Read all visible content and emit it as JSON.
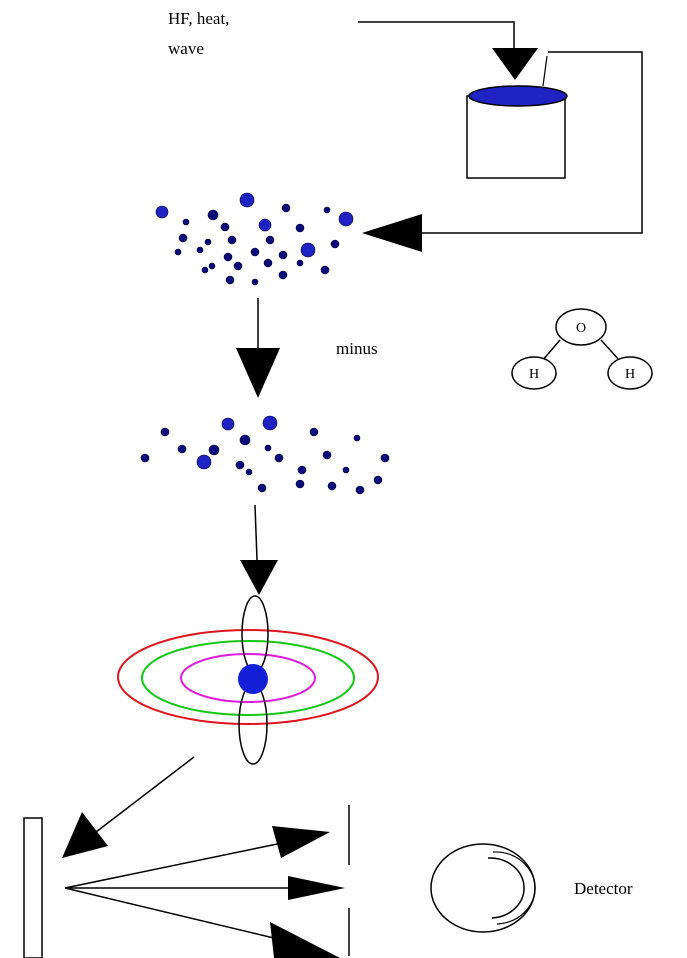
{
  "labels": {
    "input": [
      "HF, heat,",
      "wave"
    ],
    "minus": "minus",
    "detector": "Detector"
  },
  "molecule": {
    "center_atom": "O",
    "left_atom": "H",
    "right_atom": "H"
  },
  "colors": {
    "particle": "#0a0a7a",
    "particle_large": "#1f23c4",
    "lid": "#1f23c4",
    "nucleus": "#1420d8",
    "orbit_outer": "#e0141e",
    "orbit_middle": "#14c814",
    "orbit_inner": "#e018e0",
    "line": "#000000"
  }
}
